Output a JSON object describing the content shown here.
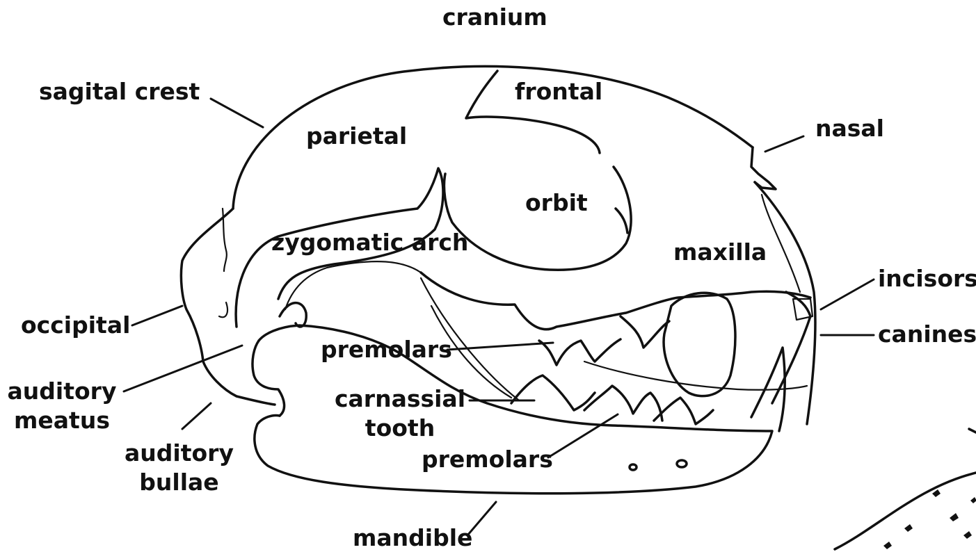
{
  "labels": {
    "cranium": "cranium",
    "sagital_crest": "sagital crest",
    "frontal": "frontal",
    "parietal": "parietal",
    "nasal": "nasal",
    "orbit": "orbit",
    "zygomatic_arch": "zygomatic arch",
    "maxilla": "maxilla",
    "incisors": "incisors",
    "canines": "canines",
    "occipital": "occipital",
    "premolars_upper": "premolars",
    "auditory_meatus_line1": "auditory",
    "auditory_meatus_line2": "meatus",
    "carnassial_line1": "carnassial",
    "carnassial_line2": "tooth",
    "auditory_bullae_line1": "auditory",
    "auditory_bullae_line2": "bullae",
    "premolars_lower": "premolars",
    "mandible": "mandible"
  },
  "colors": {
    "ink": "#111111",
    "background": "#ffffff"
  }
}
